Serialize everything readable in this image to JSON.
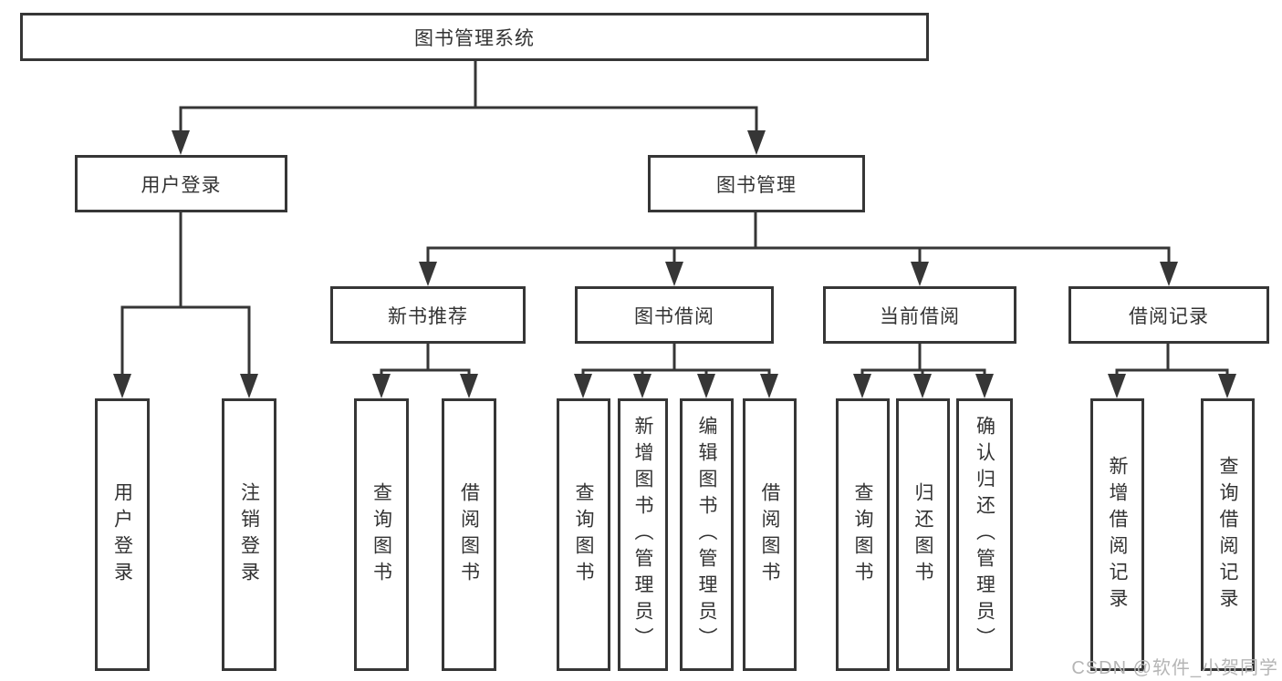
{
  "page": {
    "background": "#ffffff"
  },
  "colors": {
    "line": "#363636",
    "box_border": "#363636",
    "text": "#333333",
    "watermark": "#b5b5b5"
  },
  "watermark": {
    "text": "CSDN @软件_小贺同学"
  },
  "nodes": {
    "root": {
      "label": "图书管理系统"
    },
    "level2": [
      {
        "label": "用户登录",
        "parent": "图书管理系统"
      },
      {
        "label": "图书管理",
        "parent": "图书管理系统"
      }
    ],
    "level3": [
      {
        "label": "新书推荐",
        "parent": "图书管理"
      },
      {
        "label": "图书借阅",
        "parent": "图书管理"
      },
      {
        "label": "当前借阅",
        "parent": "图书管理"
      },
      {
        "label": "借阅记录",
        "parent": "图书管理"
      }
    ],
    "leaves": [
      {
        "label": "用户登录",
        "parent": "用户登录"
      },
      {
        "label": "注销登录",
        "parent": "用户登录"
      },
      {
        "label": "查询图书",
        "parent": "新书推荐"
      },
      {
        "label": "借阅图书",
        "parent": "新书推荐"
      },
      {
        "label": "查询图书",
        "parent": "图书借阅"
      },
      {
        "label": "新增图书（管理员）",
        "parent": "图书借阅"
      },
      {
        "label": "编辑图书（管理员）",
        "parent": "图书借阅"
      },
      {
        "label": "借阅图书",
        "parent": "图书借阅"
      },
      {
        "label": "查询图书",
        "parent": "当前借阅"
      },
      {
        "label": "归还图书",
        "parent": "当前借阅"
      },
      {
        "label": "确认归还（管理员）",
        "parent": "当前借阅"
      },
      {
        "label": "新增借阅记录",
        "parent": "借阅记录"
      },
      {
        "label": "查询借阅记录",
        "parent": "借阅记录"
      }
    ]
  }
}
